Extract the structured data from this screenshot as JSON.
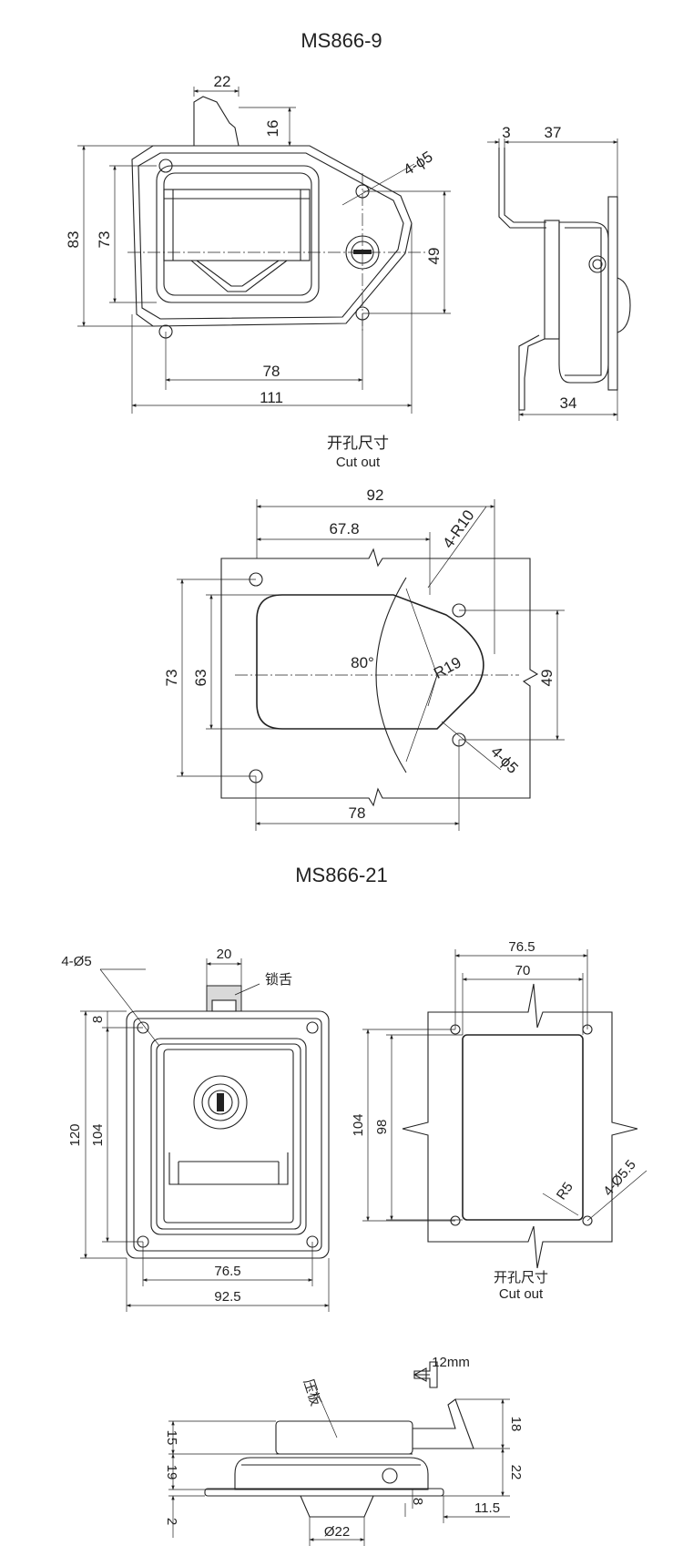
{
  "drawing1": {
    "title": "MS866-9",
    "front": {
      "d_22": "22",
      "d_16": "16",
      "d_83": "83",
      "d_73": "73",
      "d_holes": "4-ϕ5",
      "d_49": "49",
      "d_78": "78",
      "d_111": "111"
    },
    "side": {
      "d_3": "3",
      "d_37": "37",
      "d_34": "34"
    },
    "cutout": {
      "label_cn": "开孔尺寸",
      "label_en": "Cut out",
      "d_92": "92",
      "d_678": "67.8",
      "d_r10": "4-R10",
      "d_80": "80°",
      "d_r19": "R19",
      "d_73": "73",
      "d_63": "63",
      "d_49": "49",
      "d_holes": "4-ϕ5",
      "d_78": "78"
    }
  },
  "drawing2": {
    "title": "MS866-21",
    "front": {
      "d_holes": "4-Ø5",
      "d_20": "20",
      "tongue": "锁舌",
      "d_8": "8",
      "d_120": "120",
      "d_104": "104",
      "d_765": "76.5",
      "d_925": "92.5"
    },
    "cutout": {
      "d_765": "76.5",
      "d_70": "70",
      "d_104": "104",
      "d_98": "98",
      "d_r5": "R5",
      "d_holes": "4-Ø5.5",
      "label_cn": "开孔尺寸",
      "label_en": "Cut out"
    },
    "side": {
      "d_12mm": "12mm",
      "plate": "压板",
      "d_15": "15",
      "d_19": "19",
      "d_2": "2",
      "d_18": "18",
      "d_22": "22",
      "d_8": "8",
      "d_115": "11.5",
      "d_dia22": "Ø22"
    }
  }
}
